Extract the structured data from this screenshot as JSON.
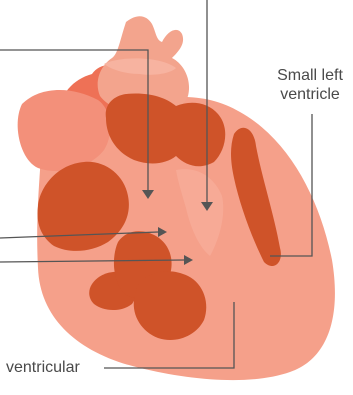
{
  "labels": {
    "small_left_ventricle_line1": "Small left",
    "small_left_ventricle_line2": "ventricle",
    "ventricular": "ventricular"
  },
  "colors": {
    "heart_body": "#f5a08a",
    "heart_light": "#f7b3a0",
    "aorta": "#f3a48d",
    "chamber": "#cf5329",
    "atrium_dark": "#ee7156",
    "leader_line": "#555555",
    "label_text": "#4a4a4a"
  },
  "icons": [
    "arrow-down-icon",
    "arrow-right-icon"
  ]
}
